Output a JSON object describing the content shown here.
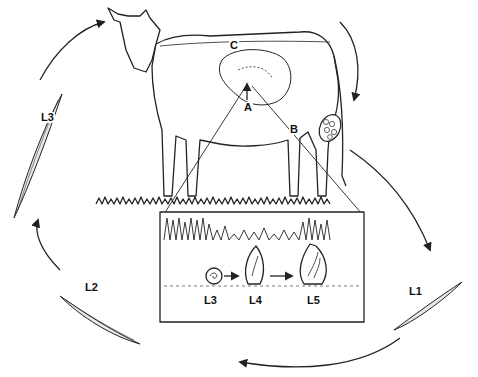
{
  "diagram": {
    "labels": [
      "C",
      "A",
      "L3",
      "B",
      "L2",
      "L1",
      "L3",
      "L4",
      "L5"
    ]
  }
}
